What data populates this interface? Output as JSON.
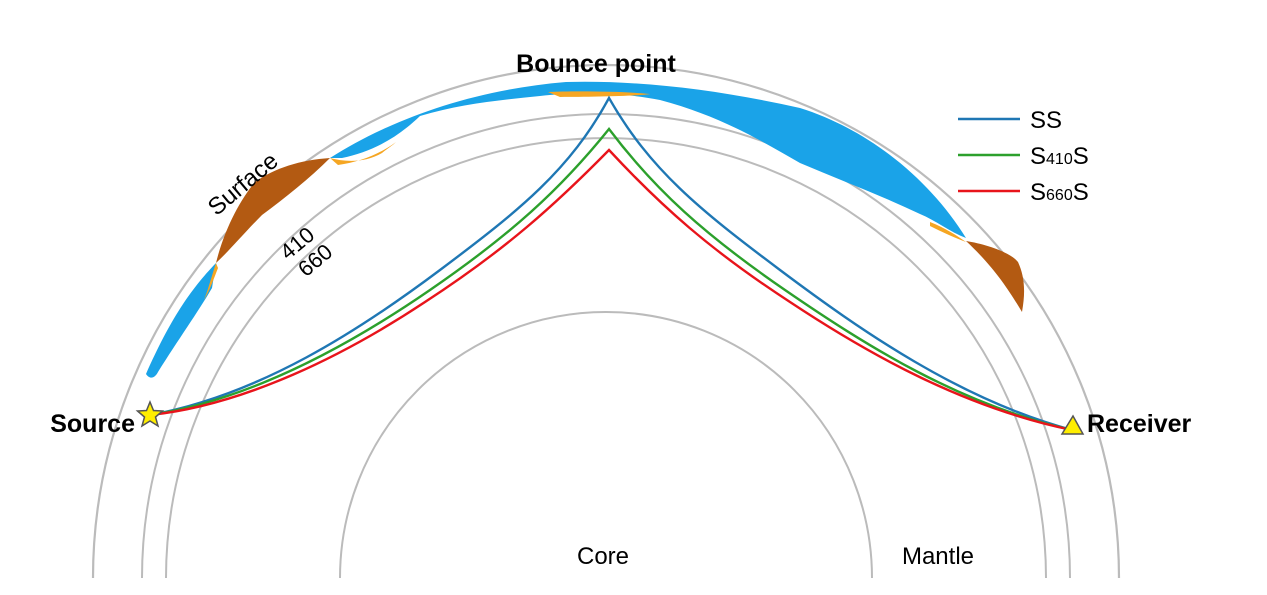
{
  "labels": {
    "bounce_point": "Bounce point",
    "surface": "Surface",
    "d410": "410",
    "d660": "660",
    "source": "Source",
    "receiver": "Receiver",
    "core": "Core",
    "mantle": "Mantle"
  },
  "legend": [
    {
      "pre": "S",
      "sub": "",
      "post": "S",
      "color": "#1f77b4"
    },
    {
      "pre": "S",
      "sub": "410",
      "post": "S",
      "color": "#2ca02c"
    },
    {
      "pre": "S",
      "sub": "660",
      "post": "S",
      "color": "#e8141b"
    }
  ],
  "colors": {
    "ocean": "#1aa3e8",
    "continent": "#b35a12",
    "sediment": "#f5a623",
    "ray_ss": "#1f77b4",
    "ray_s410s": "#2ca02c",
    "ray_s660s": "#e8141b",
    "earth_line": "#bbbbbb",
    "marker": "#ffee00"
  }
}
